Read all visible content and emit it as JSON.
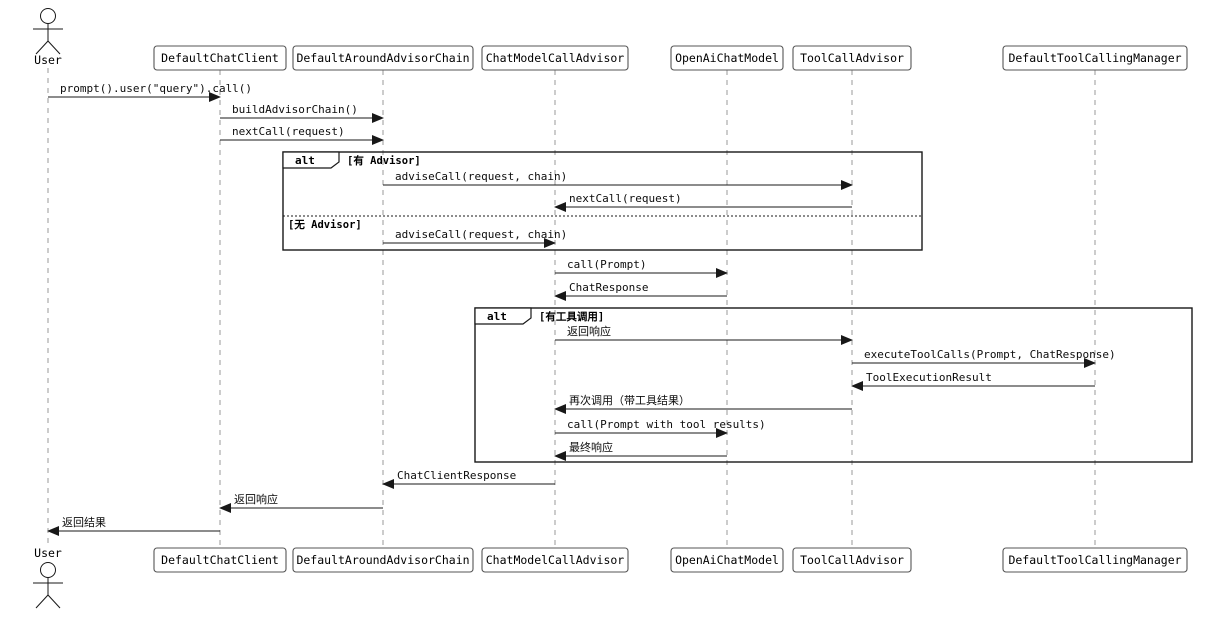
{
  "colors": {
    "background": "#ffffff",
    "line": "#181818",
    "lifeline": "#9a9a9a",
    "box_border": "#555555",
    "box_fill": "#ffffff",
    "text": "#000000"
  },
  "actor": {
    "name": "User"
  },
  "participants": [
    {
      "name": "DefaultChatClient"
    },
    {
      "name": "DefaultAroundAdvisorChain"
    },
    {
      "name": "ChatModelCallAdvisor"
    },
    {
      "name": "OpenAiChatModel"
    },
    {
      "name": "ToolCallAdvisor"
    },
    {
      "name": "DefaultToolCallingManager"
    }
  ],
  "messages": [
    {
      "label": "prompt().user(\"query\").call()",
      "from": "User",
      "to": "DefaultChatClient"
    },
    {
      "label": "buildAdvisorChain()",
      "from": "DefaultChatClient",
      "to": "DefaultAroundAdvisorChain"
    },
    {
      "label": "nextCall(request)",
      "from": "DefaultChatClient",
      "to": "DefaultAroundAdvisorChain"
    },
    {
      "label": "adviseCall(request, chain)",
      "from": "DefaultAroundAdvisorChain",
      "to": "ToolCallAdvisor"
    },
    {
      "label": "nextCall(request)",
      "from": "ToolCallAdvisor",
      "to": "ChatModelCallAdvisor"
    },
    {
      "label": "adviseCall(request, chain)",
      "from": "DefaultAroundAdvisorChain",
      "to": "ChatModelCallAdvisor"
    },
    {
      "label": "call(Prompt)",
      "from": "ChatModelCallAdvisor",
      "to": "OpenAiChatModel"
    },
    {
      "label": "ChatResponse",
      "from": "OpenAiChatModel",
      "to": "ChatModelCallAdvisor"
    },
    {
      "label": "返回响应",
      "from": "ChatModelCallAdvisor",
      "to": "ToolCallAdvisor"
    },
    {
      "label": "executeToolCalls(Prompt, ChatResponse)",
      "from": "ToolCallAdvisor",
      "to": "DefaultToolCallingManager"
    },
    {
      "label": "ToolExecutionResult",
      "from": "DefaultToolCallingManager",
      "to": "ToolCallAdvisor"
    },
    {
      "label": "再次调用（带工具结果）",
      "from": "ToolCallAdvisor",
      "to": "ChatModelCallAdvisor"
    },
    {
      "label": "call(Prompt with tool results)",
      "from": "ChatModelCallAdvisor",
      "to": "OpenAiChatModel"
    },
    {
      "label": "最终响应",
      "from": "OpenAiChatModel",
      "to": "ChatModelCallAdvisor"
    },
    {
      "label": "ChatClientResponse",
      "from": "ChatModelCallAdvisor",
      "to": "DefaultAroundAdvisorChain"
    },
    {
      "label": "返回响应",
      "from": "DefaultAroundAdvisorChain",
      "to": "DefaultChatClient"
    },
    {
      "label": "返回结果",
      "from": "DefaultChatClient",
      "to": "User"
    }
  ],
  "fragments": [
    {
      "operator": "alt",
      "guard_top": "[有 Advisor]",
      "guard_else": "[无 Advisor]"
    },
    {
      "operator": "alt",
      "guard_top": "[有工具调用]"
    }
  ]
}
